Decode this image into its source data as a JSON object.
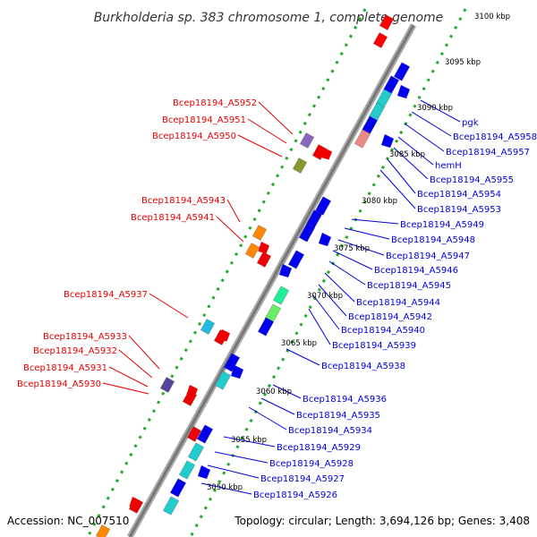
{
  "title": "Burkholderia sp. 383 chromosome 1, complete genome",
  "footer": {
    "accession": "Accession: NC_007510",
    "summary": "Topology: circular; Length: 3,694,126 bp; Genes: 3,408"
  },
  "colors": {
    "backbone": "#808080",
    "tick": "#22aa22",
    "leftLabel": "#e60000",
    "rightLabel": "#0000dd"
  },
  "ticks": [
    "3100 kbp",
    "3095 kbp",
    "3090 kbp",
    "3085 kbp",
    "3080 kbp",
    "3075 kbp",
    "3070 kbp",
    "3065 kbp",
    "3060 kbp",
    "3055 kbp",
    "3050 kbp"
  ],
  "left_labels": [
    "Bcep18194_A5952",
    "Bcep18194_A5951",
    "Bcep18194_A5950",
    "Bcep18194_A5943",
    "Bcep18194_A5941",
    "Bcep18194_A5937",
    "Bcep18194_A5933",
    "Bcep18194_A5932",
    "Bcep18194_A5931",
    "Bcep18194_A5930"
  ],
  "right_labels": [
    "pgk",
    "Bcep18194_A5958",
    "Bcep18194_A5957",
    "hemH",
    "Bcep18194_A5955",
    "Bcep18194_A5954",
    "Bcep18194_A5953",
    "Bcep18194_A5949",
    "Bcep18194_A5948",
    "Bcep18194_A5947",
    "Bcep18194_A5946",
    "Bcep18194_A5945",
    "Bcep18194_A5944",
    "Bcep18194_A5942",
    "Bcep18194_A5940",
    "Bcep18194_A5939",
    "Bcep18194_A5938",
    "Bcep18194_A5936",
    "Bcep18194_A5935",
    "Bcep18194_A5934",
    "Bcep18194_A5929",
    "Bcep18194_A5928",
    "Bcep18194_A5927",
    "Bcep18194_A5926"
  ]
}
